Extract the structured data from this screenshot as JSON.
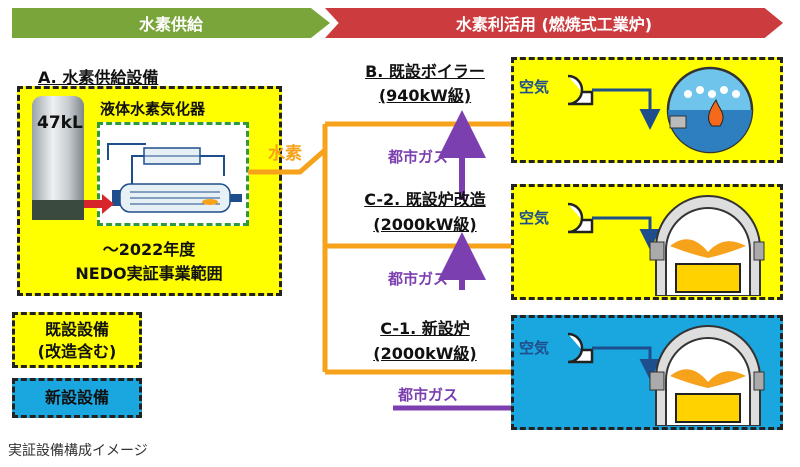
{
  "banners": {
    "supply": "水素供給",
    "use": "水素利活用 (燃焼式工業炉)"
  },
  "supply_facility": {
    "title": "A. 水素供給設備",
    "tank_label": "47kL",
    "vaporizer_label": "液体水素気化器",
    "period": "～2022年度",
    "project": "NEDO実証事業範囲"
  },
  "flow": {
    "hydrogen_label": "水素",
    "city_gas": "都市ガス",
    "air": "空気"
  },
  "boiler": {
    "title": "B. 既設ボイラー",
    "capacity": "(940kW級)"
  },
  "furnace_modified": {
    "title": "C-2. 既設炉改造",
    "capacity": "(2000kW級)"
  },
  "furnace_new": {
    "title": "C-1. 新設炉",
    "capacity": "(2000kW級)"
  },
  "legend": {
    "existing": "既設設備\n(改造含む)",
    "new": "新設設備"
  },
  "caption": "実証設備構成イメージ",
  "colors": {
    "hydrogen_line": "#f7a21b",
    "gas_line": "#7b3fb0",
    "air_line": "#1f4e8c",
    "existing_box": "#ffff00",
    "new_box": "#1aa7e0"
  }
}
